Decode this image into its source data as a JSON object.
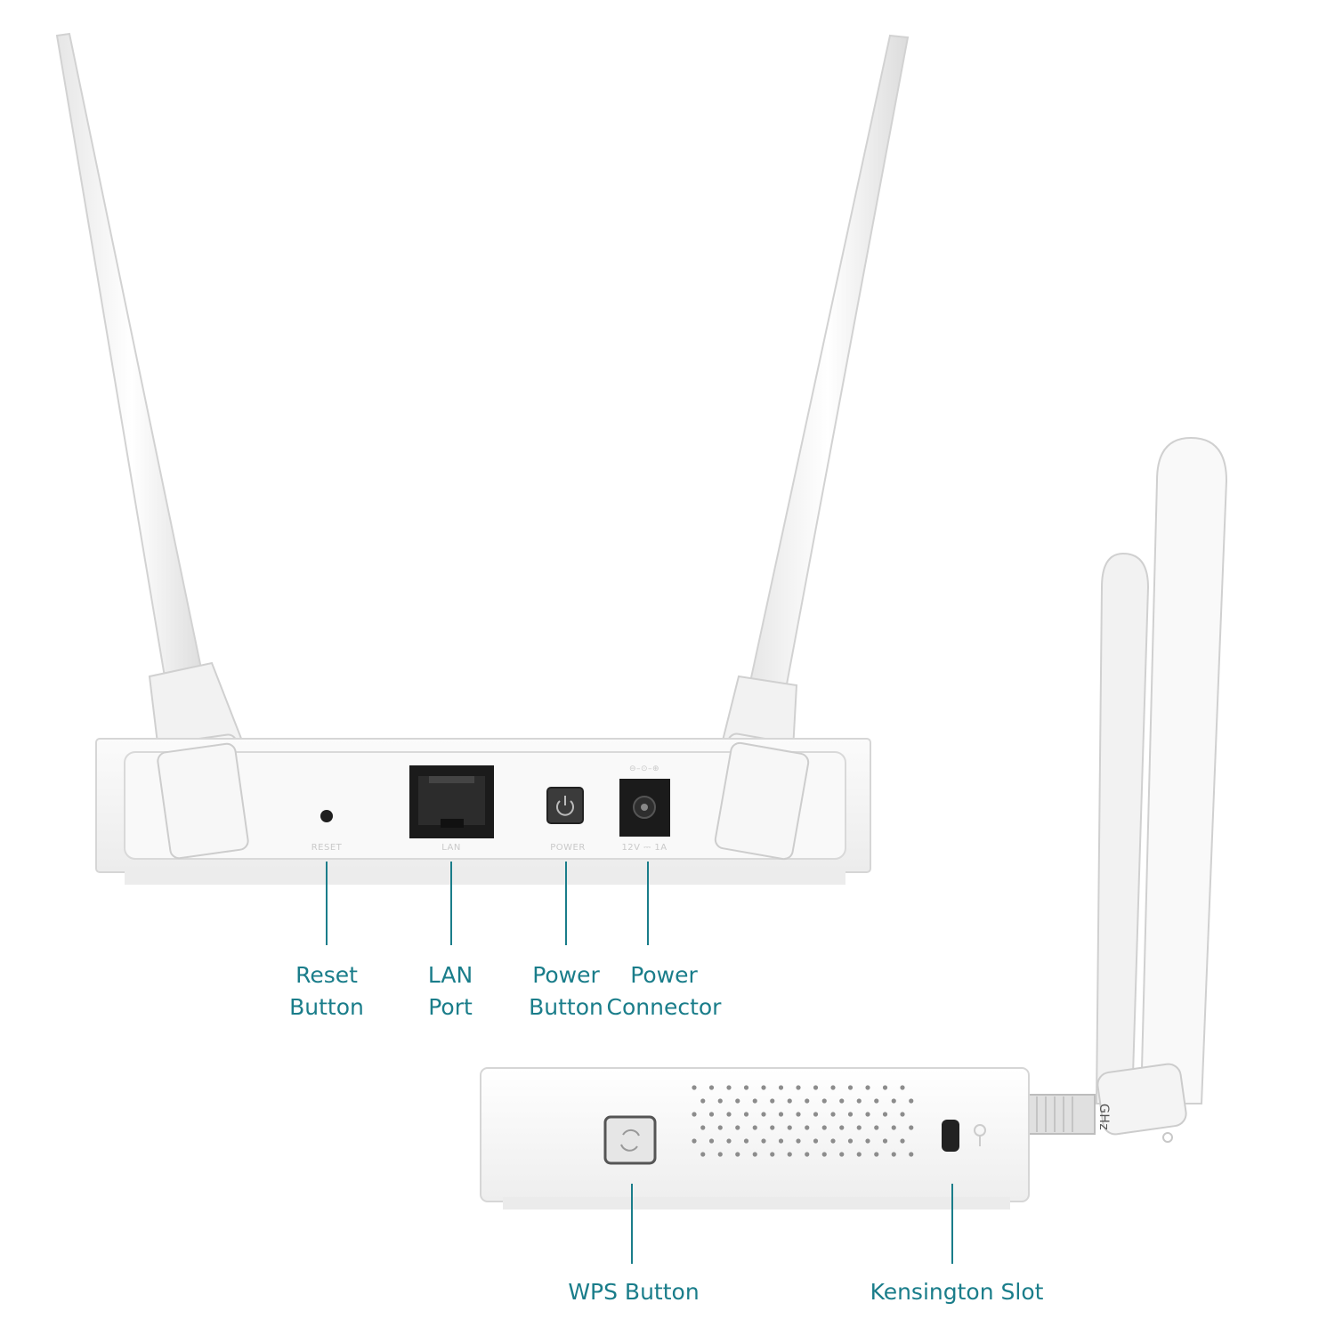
{
  "device_labels": {
    "reset": "RESET",
    "lan": "LAN",
    "power": "POWER",
    "dc_input": "12V ⎓ 1A",
    "antenna_band": "GHz"
  },
  "callouts": {
    "reset": {
      "line1": "Reset",
      "line2": "Button"
    },
    "lan": {
      "line1": "LAN",
      "line2": "Port"
    },
    "power_button": {
      "line1": "Power",
      "line2": "Button"
    },
    "power_connector": {
      "line1": "Power",
      "line2": "Connector"
    },
    "wps": {
      "line1": "WPS Button"
    },
    "kensington": {
      "line1": "Kensington Slot"
    }
  },
  "colors": {
    "callout": "#1a7d8a",
    "device_white": "#f4f4f4",
    "port_black": "#1b1b1b"
  },
  "icons": {
    "power_button": "power-icon",
    "wps_button": "wps-icon",
    "lock_slot": "lock-icon"
  }
}
